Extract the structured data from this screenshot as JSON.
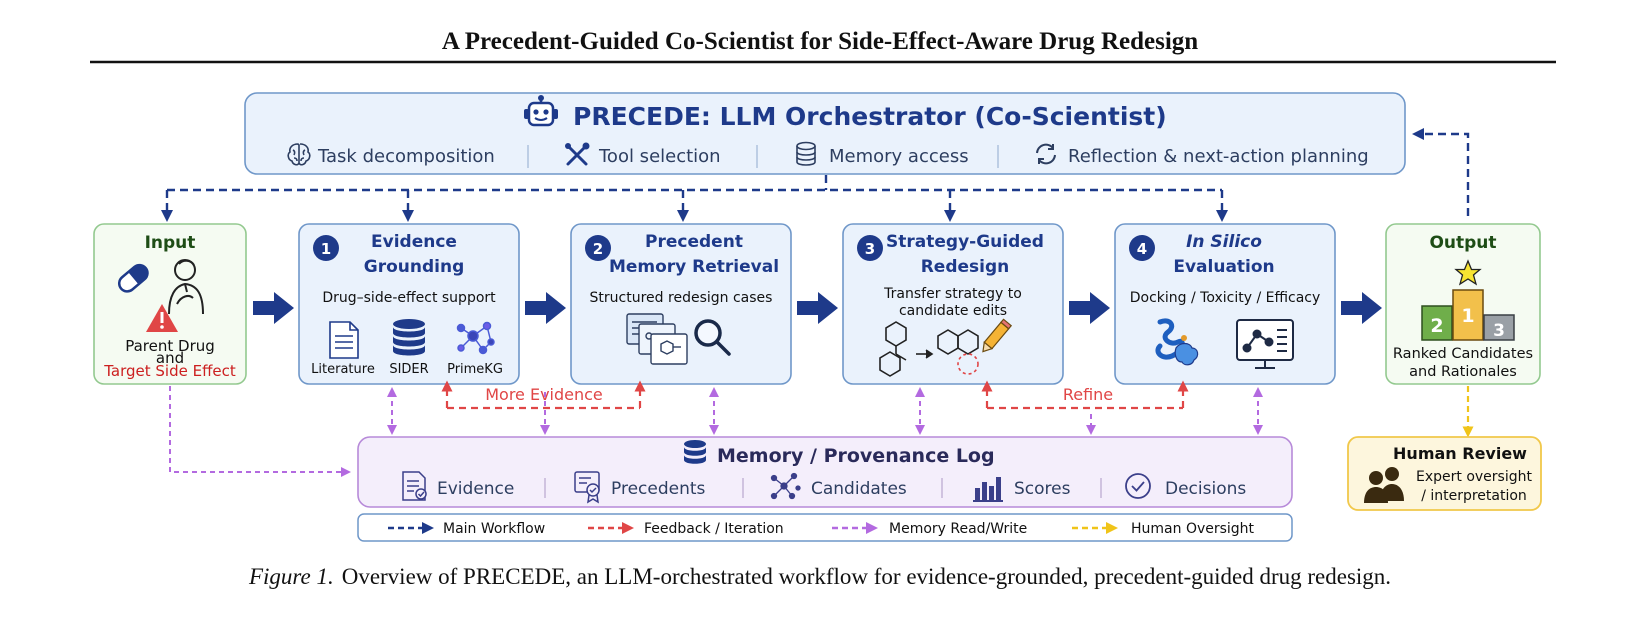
{
  "paper": {
    "title": "A Precedent-Guided Co-Scientist for Side-Effect-Aware Drug Redesign",
    "caption_label": "Figure 1.",
    "caption_text": "Overview of PRECEDE, an LLM-orchestrated workflow for evidence-grounded, precedent-guided drug redesign."
  },
  "orchestrator": {
    "title": "PRECEDE: LLM Orchestrator (Co-Scientist)",
    "functions": [
      {
        "label": "Task decomposition",
        "icon": "brain-icon"
      },
      {
        "label": "Tool selection",
        "icon": "tools-icon"
      },
      {
        "label": "Memory access",
        "icon": "database-icon"
      },
      {
        "label": "Reflection & next-action planning",
        "icon": "refresh-icon"
      }
    ]
  },
  "input": {
    "title": "Input",
    "line1": "Parent Drug",
    "line2": "and",
    "line3": "Target Side Effect"
  },
  "stages": [
    {
      "num": "1",
      "title1": "Evidence",
      "title2": "Grounding",
      "subtitle": "Drug–side-effect support",
      "subtitle2": "",
      "icons": [
        {
          "label": "Literature"
        },
        {
          "label": "SIDER"
        },
        {
          "label": "PrimeKG"
        }
      ]
    },
    {
      "num": "2",
      "title1": "Precedent",
      "title2": "Memory Retrieval",
      "subtitle": "Structured redesign cases",
      "subtitle2": ""
    },
    {
      "num": "3",
      "title1": "Strategy-Guided",
      "title2": "Redesign",
      "subtitle": "Transfer strategy to",
      "subtitle2": "candidate edits"
    },
    {
      "num": "4",
      "title1": "In Silico",
      "title2": "Evaluation",
      "subtitle": "Docking / Toxicity / Efficacy",
      "subtitle2": ""
    }
  ],
  "output": {
    "title": "Output",
    "podium": [
      "2",
      "1",
      "3"
    ],
    "line1": "Ranked Candidates",
    "line2": "and Rationales"
  },
  "feedback": {
    "more_evidence": "More Evidence",
    "refine": "Refine"
  },
  "memory": {
    "title": "Memory / Provenance Log",
    "items": [
      {
        "label": "Evidence",
        "icon": "evidence-doc-icon"
      },
      {
        "label": "Precedents",
        "icon": "certificate-icon"
      },
      {
        "label": "Candidates",
        "icon": "molecule-network-icon"
      },
      {
        "label": "Scores",
        "icon": "bar-chart-icon"
      },
      {
        "label": "Decisions",
        "icon": "check-circle-icon"
      }
    ]
  },
  "human_review": {
    "title": "Human Review",
    "line1": "Expert oversight",
    "line2": "/ interpretation"
  },
  "legend": [
    {
      "label": "Main Workflow",
      "color": "#1e3a8a"
    },
    {
      "label": "Feedback / Iteration",
      "color": "#e04646"
    },
    {
      "label": "Memory Read/Write",
      "color": "#b36ae0"
    },
    {
      "label": "Human Oversight",
      "color": "#f0c419"
    }
  ],
  "colors": {
    "navy": "#1e3a8a",
    "box_blue_fill": "#eaf2fc",
    "box_blue_stroke": "#6f97c9",
    "green_stroke": "#93c98f",
    "green_fill": "#f5fbf2",
    "purple_stroke": "#b78ad9",
    "purple_fill": "#f4eefb",
    "yellow_stroke": "#f1c84a",
    "yellow_fill": "#fdf6dd",
    "red": "#e04646",
    "dark_green": "#1e4d16"
  }
}
